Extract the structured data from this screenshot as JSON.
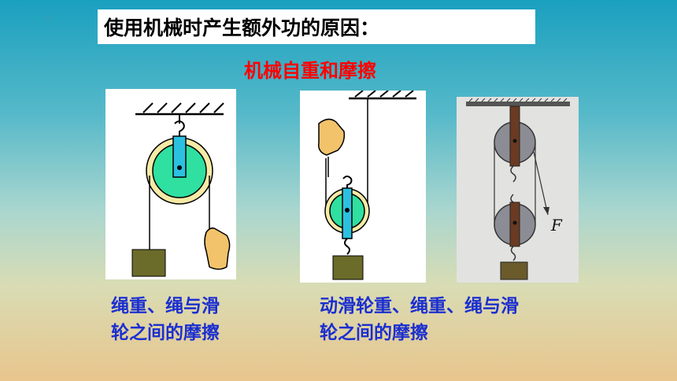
{
  "title": "使用机械时产生额外功的原因：",
  "subtitle": "机械自重和摩擦",
  "figures": {
    "fig3_force_label": "F"
  },
  "captions": {
    "left_line1": "绳重、绳与滑",
    "left_line2": "轮之间的摩擦",
    "right_line1": "动滑轮重、绳重、绳与滑",
    "right_line2": "轮之间的摩擦"
  },
  "colors": {
    "title_text": "#000000",
    "subtitle": "#ff0000",
    "caption": "#1b2fd0",
    "pulley_green": "#2fe0a0",
    "pulley_rim": "#f6eaa6",
    "strap_blue": "#2cc0e0",
    "weight": "#6b6b2a"
  }
}
